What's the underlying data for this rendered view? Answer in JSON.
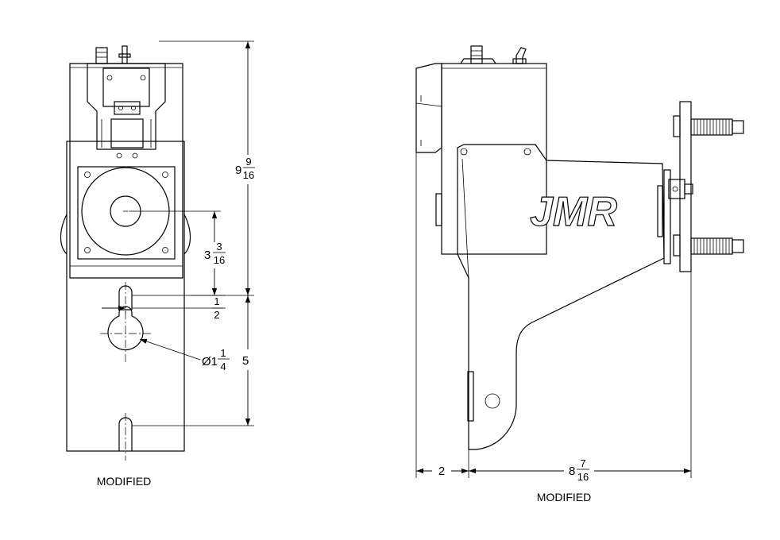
{
  "views": {
    "front": {
      "caption": "MODIFIED",
      "dims": {
        "overall_height": {
          "whole": "9",
          "num": "9",
          "den": "16"
        },
        "center_height": {
          "whole": "3",
          "num": "3",
          "den": "16"
        },
        "slot_offset": {
          "num": "1",
          "den": "2"
        },
        "hole_diameter": {
          "prefix": "Ø1",
          "num": "1",
          "den": "4"
        },
        "lower_height": {
          "value": "5"
        }
      }
    },
    "side": {
      "caption": "MODIFIED",
      "logo_text": "JMR",
      "dims": {
        "offset": {
          "value": "2"
        },
        "depth": {
          "whole": "8",
          "num": "7",
          "den": "16"
        }
      }
    }
  }
}
